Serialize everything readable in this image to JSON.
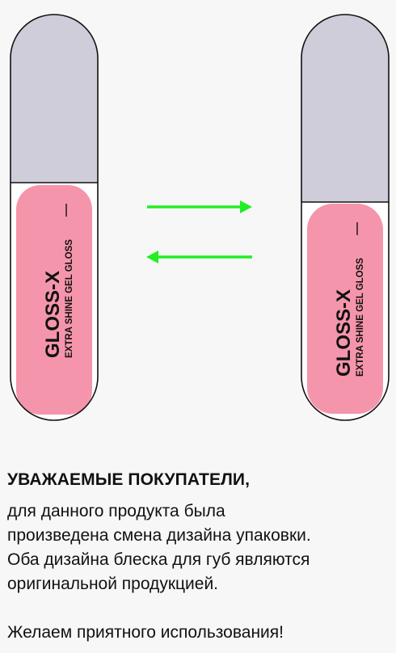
{
  "colors": {
    "page_background": "#f7f7f7",
    "cap_color": "#cfcdd9",
    "body_color": "#f595ab",
    "outline_color": "#111111",
    "arrow_color": "#22ee22"
  },
  "products": {
    "old": {
      "brand": "GLOSS-X",
      "subtitle": "EXTRA SHINE GEL GLOSS"
    },
    "new": {
      "brand": "GLOSS-X",
      "subtitle": "EXTRA SHINE GEL GLOSS"
    }
  },
  "arrows": {
    "forward_icon": "arrow-right-icon",
    "back_icon": "arrow-left-icon"
  },
  "notice": {
    "heading": "УВАЖАЕМЫЕ ПОКУПАТЕЛИ,",
    "body_lines": [
      "для данного продукта была",
      "произведена смена дизайна упаковки.",
      "Оба дизайна блеска для губ являются",
      "оригинальной продукцией."
    ],
    "wish": "Желаем приятного использования!"
  }
}
